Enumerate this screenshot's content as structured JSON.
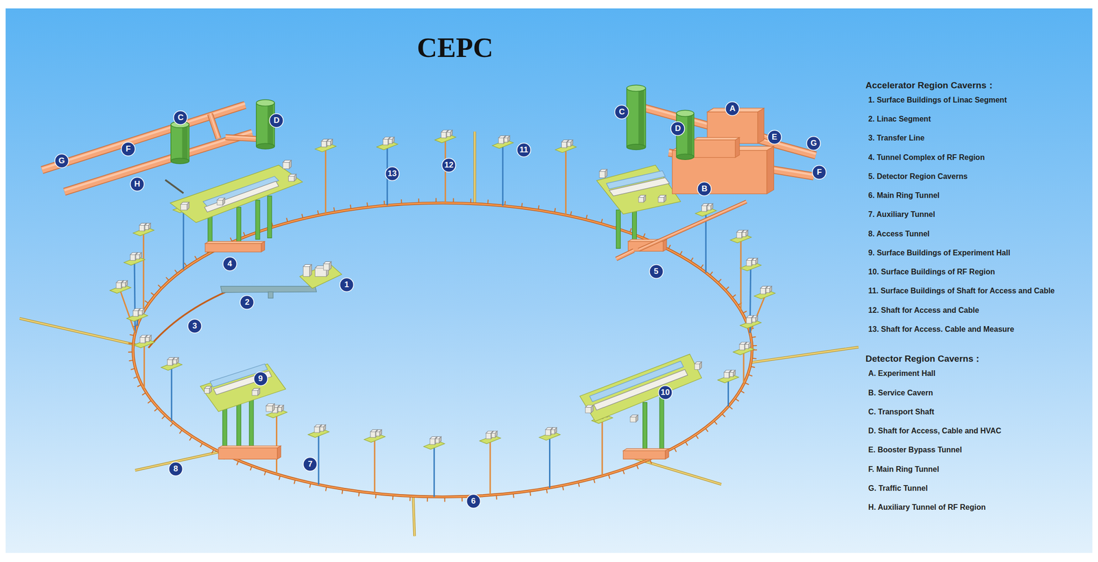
{
  "diagram": {
    "title": "CEPC",
    "nodes": [
      {
        "text": [
          "C"
        ]
      },
      {
        "text": [
          "D"
        ]
      },
      {
        "text": [
          "F"
        ]
      },
      {
        "text": [
          "G"
        ]
      },
      {
        "text": [
          "H"
        ]
      },
      {
        "text": [
          "13"
        ]
      },
      {
        "text": [
          "12"
        ]
      },
      {
        "text": [
          "11"
        ]
      },
      {
        "text": [
          "C"
        ]
      },
      {
        "text": [
          "D"
        ]
      },
      {
        "text": [
          "A"
        ]
      },
      {
        "text": [
          "E"
        ]
      },
      {
        "text": [
          "G"
        ]
      },
      {
        "text": [
          "F"
        ]
      },
      {
        "text": [
          "B"
        ]
      },
      {
        "text": [
          "4"
        ]
      },
      {
        "text": [
          "5"
        ]
      },
      {
        "text": [
          "1"
        ]
      },
      {
        "text": [
          "2"
        ]
      },
      {
        "text": [
          "3"
        ]
      },
      {
        "text": [
          "9"
        ]
      },
      {
        "text": [
          "10"
        ]
      },
      {
        "text": [
          "7"
        ]
      },
      {
        "text": [
          "8"
        ]
      },
      {
        "text": [
          "6"
        ]
      }
    ],
    "labels": [
      "Accelerator Region Caverns：",
      "1. Surface Buildings of Linac Segment",
      "2. Linac Segment",
      "3. Transfer Line",
      "4. Tunnel Complex of RF Region",
      "5. Detector Region Caverns",
      "6. Main Ring Tunnel",
      "7. Auxiliary Tunnel",
      "8. Access Tunnel",
      "9. Surface Buildings of Experiment Hall",
      "10. Surface Buildings of RF Region",
      "11. Surface Buildings of Shaft for Access and Cable",
      "12. Shaft for Access and Cable",
      "13. Shaft for Access. Cable and Measure",
      "Detector Region Caverns：",
      "A. Experiment Hall",
      "B. Service Cavern",
      "C. Transport Shaft",
      "D. Shaft for Access, Cable and HVAC",
      "E. Booster Bypass Tunnel",
      "F. Main Ring Tunnel",
      "G. Traffic Tunnel",
      "H. Auxiliary Tunnel of RF Region"
    ]
  }
}
